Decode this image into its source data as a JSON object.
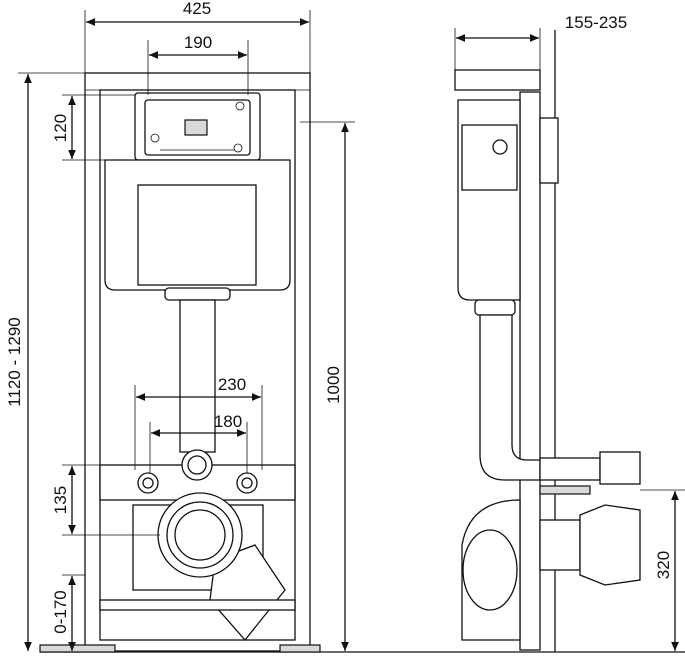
{
  "title": "Installation frame dimensions",
  "front_view": {
    "width": "425",
    "button_spacing": "190",
    "panel_height": "120",
    "total_height": "1120 - 1290",
    "bolt_spacing_outer": "230",
    "bolt_spacing_inner": "180",
    "bolt_height": "135",
    "foot_adjust": "0-170",
    "height_1000": "1000"
  },
  "side_view": {
    "depth": "155-235",
    "drain_height": "320"
  }
}
